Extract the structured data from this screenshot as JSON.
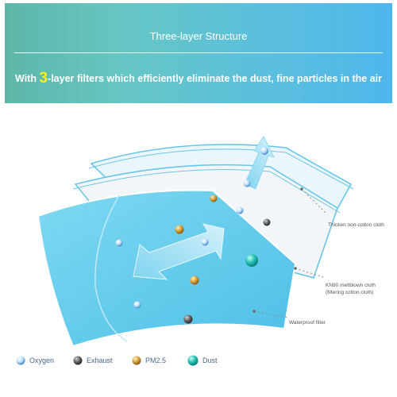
{
  "banner": {
    "title": "Three-layer Structure",
    "subtitle_pre": "With ",
    "subtitle_number": "3",
    "subtitle_post": "-layer filters which efficiently eliminate the dust, fine particles in the air"
  },
  "layers": [
    {
      "label": "Thicken non-cotton cloth"
    },
    {
      "label": "KN90 meltblown cloth"
    },
    {
      "label": "(filtering cotton cloth)"
    },
    {
      "label": "Waterproof fliter"
    }
  ],
  "legend": [
    {
      "label": "Oxygen",
      "icon": "oxygen-icon",
      "color": "#4a8fd4"
    },
    {
      "label": "Exhaust",
      "icon": "exhaust-icon",
      "color": "#5a5a5a"
    },
    {
      "label": "PM2.5",
      "icon": "pm25-icon",
      "color": "#c8901c"
    },
    {
      "label": "Dust",
      "icon": "dust-icon",
      "color": "#1fb8ad"
    }
  ],
  "colors": {
    "banner_gradient": [
      "#5fb6a8",
      "#4fb6ec"
    ],
    "subtitle_highlight": "#f6f11a",
    "front_layer": "#5cc9ea",
    "middle_layer": "#f3f6f8",
    "back_layer": "#eaf6fb",
    "arrow": "#7fd3ef"
  }
}
